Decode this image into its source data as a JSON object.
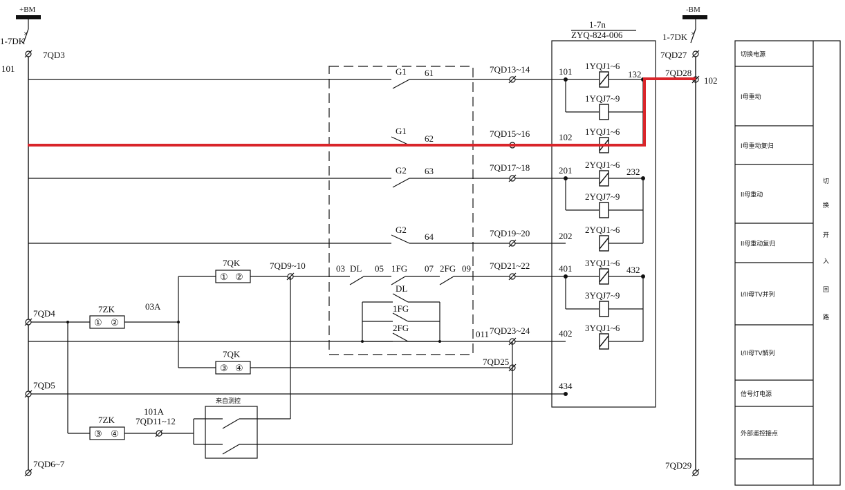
{
  "buses": {
    "positive": "+BM",
    "negative": "-BM"
  },
  "left": {
    "breaker": "1-7DK",
    "term_top": "7QD3",
    "wire": "101",
    "term_4": "7QD4",
    "term_5": "7QD5",
    "term_6_7": "7QD6~7"
  },
  "right": {
    "breaker": "1-7DK",
    "term_27": "7QD27",
    "term_28": "7QD28",
    "wire": "102",
    "term_29": "7QD29"
  },
  "relay_box": {
    "title": "1-7n",
    "model": "ZYQ-824-006",
    "pins": [
      "101",
      "102",
      "201",
      "202",
      "401",
      "402",
      "434"
    ],
    "right_pins": [
      "132",
      "232",
      "432"
    ],
    "coils": [
      "1YQJ1~6",
      "1YQJ7~9",
      "1YQJ1~6",
      "2YQJ1~6",
      "2YQJ7~9",
      "2YQJ1~6",
      "3YQJ1~6",
      "3YQJ7~9",
      "3YQJ1~6"
    ]
  },
  "contacts": [
    {
      "name": "G1",
      "num": "61"
    },
    {
      "name": "G1",
      "num": "62"
    },
    {
      "name": "G2",
      "num": "63"
    },
    {
      "name": "G2",
      "num": "64"
    }
  ],
  "terminals": [
    "7QD13~14",
    "7QD15~16",
    "7QD17~18",
    "7QD19~20",
    "7QD21~22",
    "7QD23~24",
    "7QD25",
    "7QD9~10",
    "7QD11~12"
  ],
  "switches": {
    "qk": "7QK",
    "qk_a": "①",
    "qk_b": "②",
    "qk_c": "③",
    "qk_d": "④",
    "zk": "7ZK",
    "zk_a": "①",
    "zk_b": "②",
    "zk_c": "③",
    "zk_d": "④",
    "wire_03a": "03A",
    "wire_101a": "101A",
    "wire_011": "011",
    "auto_test": "来自测控"
  },
  "chain": {
    "n03": "03",
    "dl": "DL",
    "n05": "05",
    "fg1": "1FG",
    "n07": "07",
    "fg2": "2FG",
    "n09": "09"
  },
  "parallel": {
    "dl": "DL",
    "fg1": "1FG",
    "fg2": "2FG"
  },
  "legend": {
    "rows": [
      "切换电源",
      "I母重动",
      "I母重动复归",
      "II母重动",
      "II母重动复归",
      "I/II母TV并列",
      "I/II母TV解列",
      "信号灯电源",
      "外部遥控接点"
    ],
    "side_chars": [
      "切",
      "换",
      "开",
      "入",
      "回",
      "路"
    ]
  },
  "highlight_color": "#d9252a"
}
